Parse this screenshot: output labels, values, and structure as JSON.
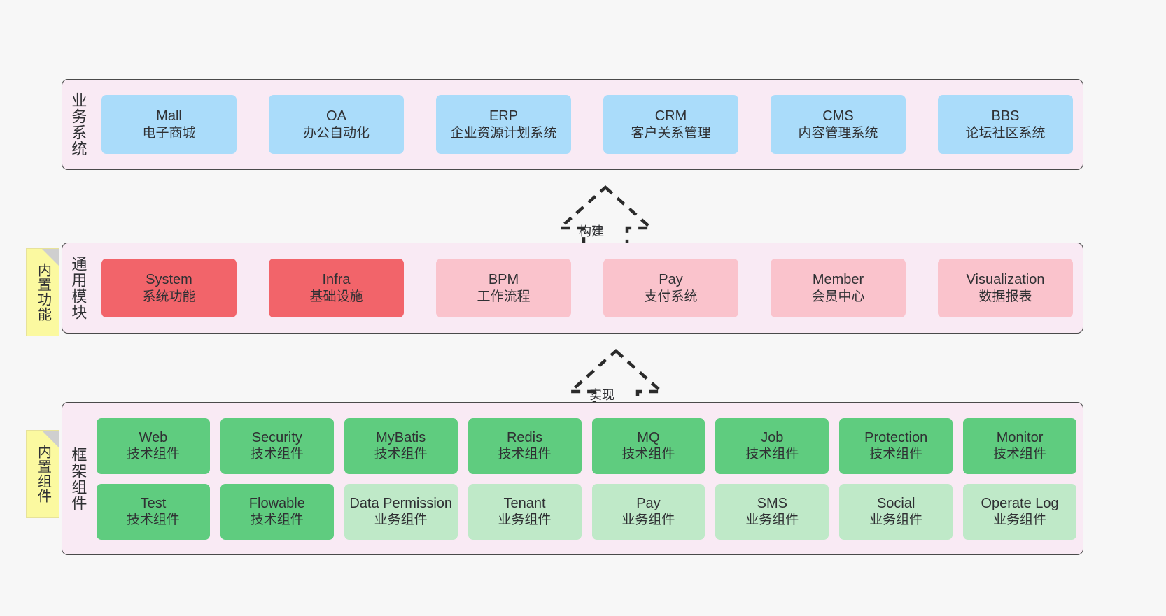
{
  "diagram": {
    "background_color": "#f7f7f7",
    "layer_fill": "#f9eaf4",
    "layer_border": "#4a4a4a",
    "sticky_color": "#fbf9a0"
  },
  "layers": {
    "business": {
      "title": "业务系统",
      "accent": "#aadcfa",
      "cards": [
        {
          "name": "Mall",
          "desc": "电子商城"
        },
        {
          "name": "OA",
          "desc": "办公自动化"
        },
        {
          "name": "ERP",
          "desc": "企业资源计划系统"
        },
        {
          "name": "CRM",
          "desc": "客户关系管理"
        },
        {
          "name": "CMS",
          "desc": "内容管理系统"
        },
        {
          "name": "BBS",
          "desc": "论坛社区系统"
        }
      ]
    },
    "modules": {
      "title": "通用模块",
      "sticky": "内置功能",
      "accent_strong": "#f2646a",
      "accent_soft": "#fac3cc",
      "cards": [
        {
          "name": "System",
          "desc": "系统功能",
          "tone": "strong"
        },
        {
          "name": "Infra",
          "desc": "基础设施",
          "tone": "strong"
        },
        {
          "name": "BPM",
          "desc": "工作流程",
          "tone": "soft"
        },
        {
          "name": "Pay",
          "desc": "支付系统",
          "tone": "soft"
        },
        {
          "name": "Member",
          "desc": "会员中心",
          "tone": "soft"
        },
        {
          "name": "Visualization",
          "desc": "数据报表",
          "tone": "soft"
        }
      ]
    },
    "framework": {
      "title": "框架组件",
      "sticky": "内置组件",
      "accent_strong": "#5fcc7f",
      "accent_soft": "#bfe9c8",
      "row1": [
        {
          "name": "Web",
          "desc": "技术组件",
          "tone": "strong"
        },
        {
          "name": "Security",
          "desc": "技术组件",
          "tone": "strong"
        },
        {
          "name": "MyBatis",
          "desc": "技术组件",
          "tone": "strong"
        },
        {
          "name": "Redis",
          "desc": "技术组件",
          "tone": "strong"
        },
        {
          "name": "MQ",
          "desc": "技术组件",
          "tone": "strong"
        },
        {
          "name": "Job",
          "desc": "技术组件",
          "tone": "strong"
        },
        {
          "name": "Protection",
          "desc": "技术组件",
          "tone": "strong"
        },
        {
          "name": "Monitor",
          "desc": "技术组件",
          "tone": "strong"
        }
      ],
      "row2": [
        {
          "name": "Test",
          "desc": "技术组件",
          "tone": "strong"
        },
        {
          "name": "Flowable",
          "desc": "技术组件",
          "tone": "strong"
        },
        {
          "name": "Data Permission",
          "desc": "业务组件",
          "tone": "soft"
        },
        {
          "name": "Tenant",
          "desc": "业务组件",
          "tone": "soft"
        },
        {
          "name": "Pay",
          "desc": "业务组件",
          "tone": "soft"
        },
        {
          "name": "SMS",
          "desc": "业务组件",
          "tone": "soft"
        },
        {
          "name": "Social",
          "desc": "业务组件",
          "tone": "soft"
        },
        {
          "name": "Operate Log",
          "desc": "业务组件",
          "tone": "soft"
        }
      ]
    }
  },
  "arrows": [
    {
      "label": "构建"
    },
    {
      "label": "实现"
    }
  ]
}
